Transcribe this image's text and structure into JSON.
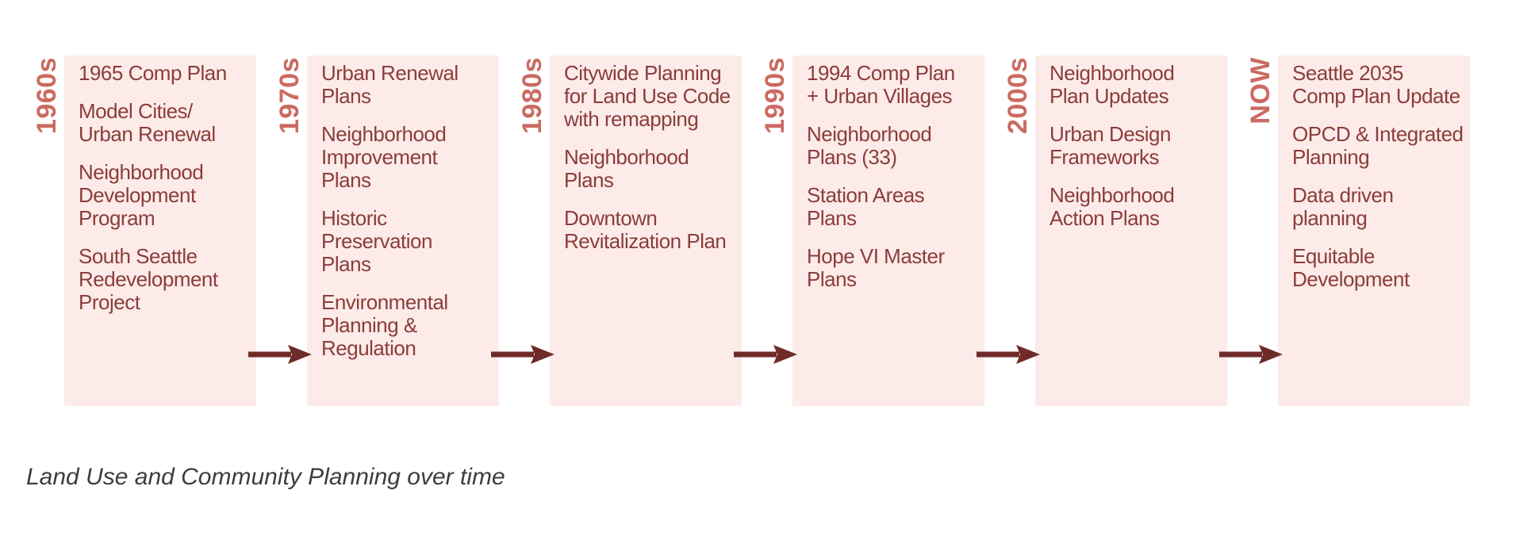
{
  "caption": "Land Use and Community Planning over time",
  "colors": {
    "column_bg": "#fcebe9",
    "item_text": "#8b3d3a",
    "decade_label": "#cb6a62",
    "arrow": "#6f2b28",
    "caption_text": "#3d3d3d",
    "page_bg": "#ffffff"
  },
  "timeline": {
    "columns": [
      {
        "decade": "1960s",
        "items": [
          "1965 Comp Plan",
          "Model Cities/\nUrban Renewal",
          "Neighborhood\nDevelopment\nProgram",
          "South Seattle\nRedevelopment\nProject"
        ]
      },
      {
        "decade": "1970s",
        "items": [
          "Urban Renewal\nPlans",
          "Neighborhood\nImprovement\nPlans",
          "Historic\nPreservation\nPlans",
          "Environmental\nPlanning &\nRegulation"
        ]
      },
      {
        "decade": "1980s",
        "items": [
          "Citywide Planning\nfor Land Use Code\nwith remapping",
          "Neighborhood\nPlans",
          "Downtown\nRevitalization Plan"
        ]
      },
      {
        "decade": "1990s",
        "items": [
          "1994 Comp Plan\n+ Urban Villages",
          "Neighborhood\nPlans (33)",
          "Station Areas\nPlans",
          "Hope VI Master\nPlans"
        ]
      },
      {
        "decade": "2000s",
        "items": [
          "Neighborhood\nPlan Updates",
          "Urban Design\nFrameworks",
          "Neighborhood\nAction Plans"
        ]
      },
      {
        "decade": "NOW",
        "items": [
          "Seattle 2035\nComp Plan Update",
          "OPCD & Integrated\nPlanning",
          "Data driven\nplanning",
          "Equitable\nDevelopment"
        ]
      }
    ]
  }
}
